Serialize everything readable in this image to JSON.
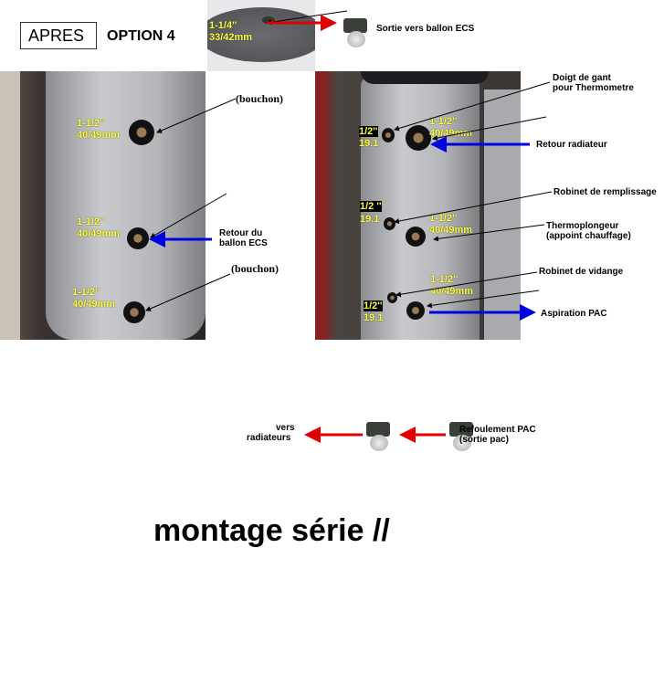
{
  "header": {
    "badge": "APRES",
    "title": "OPTION 4"
  },
  "top": {
    "size": "1-1/4''",
    "mm": "33/42mm",
    "outlet": "Sortie vers ballon ECS"
  },
  "left_tank": {
    "ports": [
      {
        "size": "1-1/2''",
        "mm": "40/49mm",
        "label": "(bouchon)"
      },
      {
        "size": "1-1/2''",
        "mm": "40/49mm",
        "label_line1": "Retour du",
        "label_line2": "ballon ECS"
      },
      {
        "size": "1-1/2''",
        "mm": "40/49mm",
        "label": "(bouchon)"
      }
    ]
  },
  "right_tank": {
    "small_ports": [
      {
        "size": "1/2''",
        "mm": "19.1"
      },
      {
        "size": "1/2 ''",
        "mm": "19.1"
      },
      {
        "size": "1/2''",
        "mm": "19.1"
      }
    ],
    "large_ports": [
      {
        "size": "1-1/2''",
        "mm": "40/49mm"
      },
      {
        "size": "1-1/2''",
        "mm": "40/49mm"
      },
      {
        "size": "1-1/2''",
        "mm": "40/49mm"
      }
    ],
    "labels": {
      "doigt1": "Doigt de gant",
      "doigt2": "pour Thermometre",
      "retour": "Retour radiateur",
      "remplissage": "Robinet de remplissage",
      "thermo1": "Thermoplongeur",
      "thermo2": "(appoint chauffage)",
      "vidange": "Robinet de vidange",
      "aspiration": "Aspiration PAC"
    }
  },
  "bottom": {
    "vers1": "vers",
    "vers2": "radiateurs",
    "refoul1": "Refoulement PAC",
    "refoul2": "(sortie pac)",
    "caption": "montage série //"
  },
  "colors": {
    "red_arrow": "#e00000",
    "blue_arrow": "#0000e0",
    "size_label": "#ffff40"
  }
}
